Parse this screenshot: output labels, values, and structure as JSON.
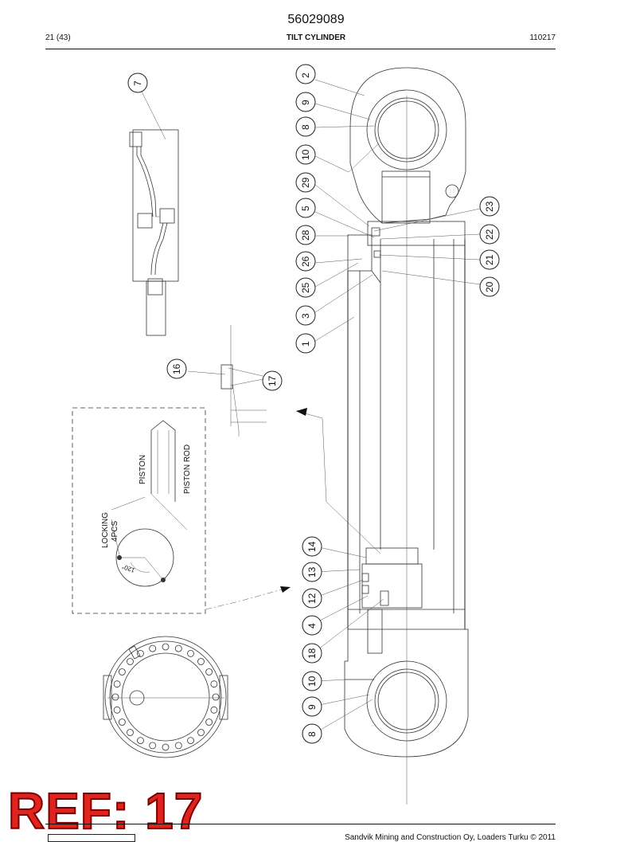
{
  "header": {
    "doc_number": "56029089",
    "page_index": "21 (43)",
    "title": "TILT CYLINDER",
    "revision": "110217"
  },
  "callouts": [
    "2",
    "9",
    "8",
    "10",
    "29",
    "5",
    "28",
    "26",
    "25",
    "3",
    "1",
    "23",
    "22",
    "21",
    "20",
    "16",
    "17",
    "14",
    "13",
    "12",
    "4",
    "18",
    "10",
    "9",
    "8",
    "7"
  ],
  "detail_labels": {
    "piston": "PISTON",
    "piston_rod": "PISTON ROD",
    "locking": "LOCKING",
    "locking_qty": "4PCS",
    "angle": "120°"
  },
  "footer": {
    "copyright": "Sandvik Mining and Construction Oy, Loaders Turku © 2011"
  },
  "ref_label": "REF: 17"
}
